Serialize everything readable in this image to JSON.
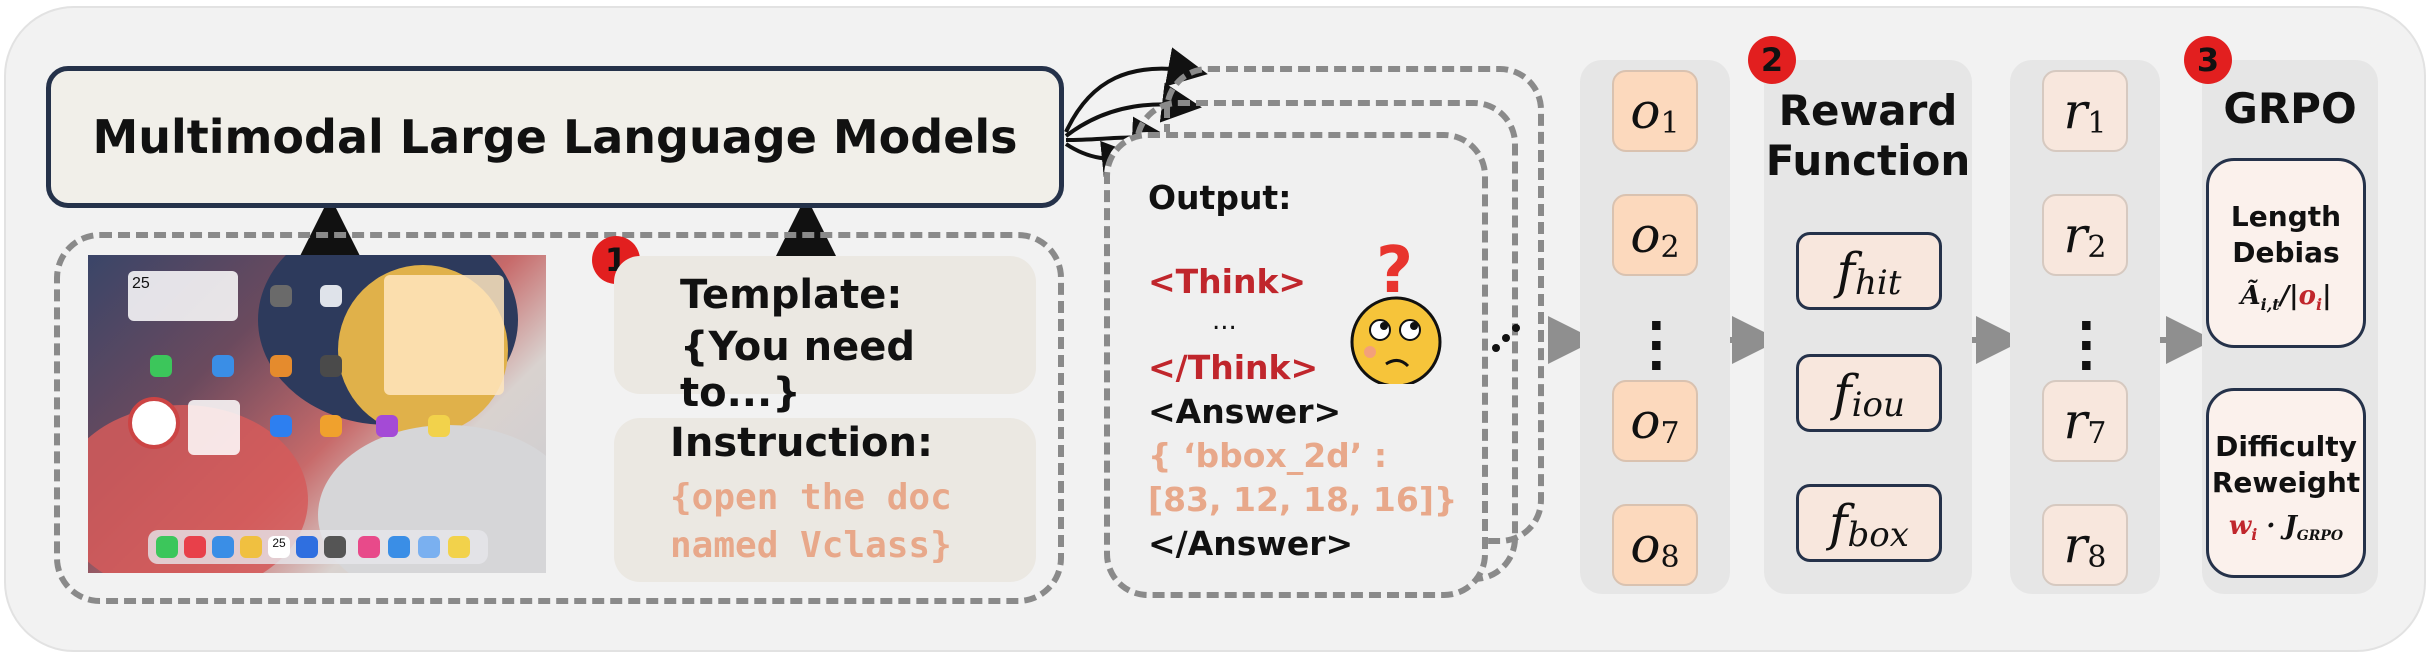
{
  "mllm": {
    "label": "Multimodal Large Language Models"
  },
  "badges": {
    "one": "1",
    "two": "2",
    "three": "3"
  },
  "template": {
    "title": "Template:",
    "body": "{You need to...}"
  },
  "instruction": {
    "title": "Instruction:",
    "line1": "{open the doc",
    "line2": "named Vclass}"
  },
  "output": {
    "title": "Output:",
    "think_open": "<Think>",
    "ellipsis": "...",
    "think_close": "</Think>",
    "answer_open": "<Answer>",
    "bbox_line1": "{  ‘bbox_2d’ :",
    "bbox_line2": "[83, 12, 18, 16]}",
    "answer_close": "</Answer>"
  },
  "outputs_column": {
    "items": [
      "o",
      "o",
      "o",
      "o"
    ],
    "subs": [
      "1",
      "2",
      "7",
      "8"
    ]
  },
  "reward_function": {
    "title_line1": "Reward",
    "title_line2": "Function",
    "functions": [
      {
        "symbol": "f",
        "sub": "hit"
      },
      {
        "symbol": "f",
        "sub": "iou"
      },
      {
        "symbol": "f",
        "sub": "box"
      }
    ]
  },
  "rewards_column": {
    "items": [
      "r",
      "r",
      "r",
      "r"
    ],
    "subs": [
      "1",
      "2",
      "7",
      "8"
    ]
  },
  "grpo": {
    "title": "GRPO",
    "length_debias": {
      "line1": "Length",
      "line2": "Debias"
    },
    "difficulty_reweight": {
      "line1": "Difficulty",
      "line2": "Reweight"
    }
  },
  "ipad": {
    "date_number": "25",
    "dock_date": "25"
  },
  "colors": {
    "accent_red": "#c0262c",
    "peach": "#e8a88a",
    "navy": "#25324a",
    "badge_red": "#e21f1f"
  }
}
